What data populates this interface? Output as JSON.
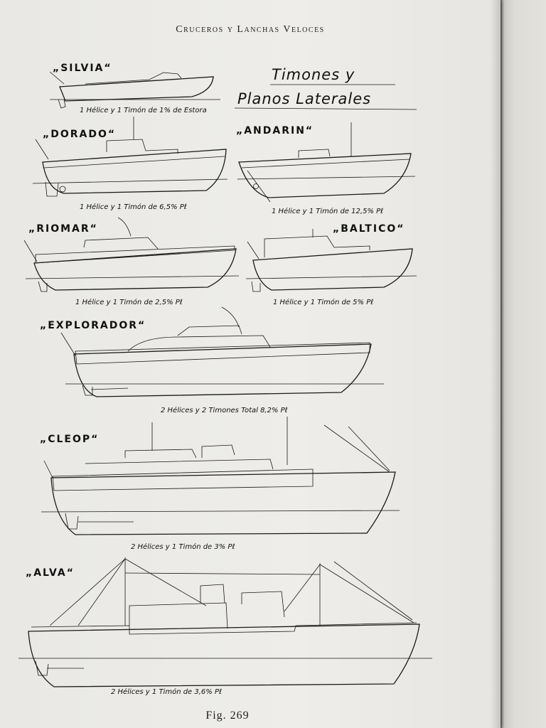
{
  "running_head": "Cruceros y Lanchas Veloces",
  "plate_title": {
    "line1": "Timones y",
    "line2": "Planos Laterales"
  },
  "boats": [
    {
      "name": "„SILVIA“",
      "caption": "1 Hélice y 1 Timón de 1% de Estora"
    },
    {
      "name": "„DORADO“",
      "caption": "1 Hélice y 1 Timón de 6,5% Pℓ"
    },
    {
      "name": "„ANDARIN“",
      "caption": "1 Hélice y 1 Timón de 12,5% Pℓ"
    },
    {
      "name": "„RIOMAR“",
      "caption": "1 Hélice y 1 Timón de 2,5% Pℓ"
    },
    {
      "name": "„BALTICO“",
      "caption": "1 Hélice y 1 Timón de 5% Pℓ"
    },
    {
      "name": "„EXPLORADOR“",
      "caption": "2 Hélices y 2 Timones Total 8,2% Pℓ"
    },
    {
      "name": "„CLEOP“",
      "caption": "2 Hélices y 1 Timón de 3% Pℓ"
    },
    {
      "name": "„ALVA“",
      "caption": "2 Hélices y 1 Timón de 3,6% Pℓ"
    }
  ],
  "figure_label": "Fig. 269"
}
